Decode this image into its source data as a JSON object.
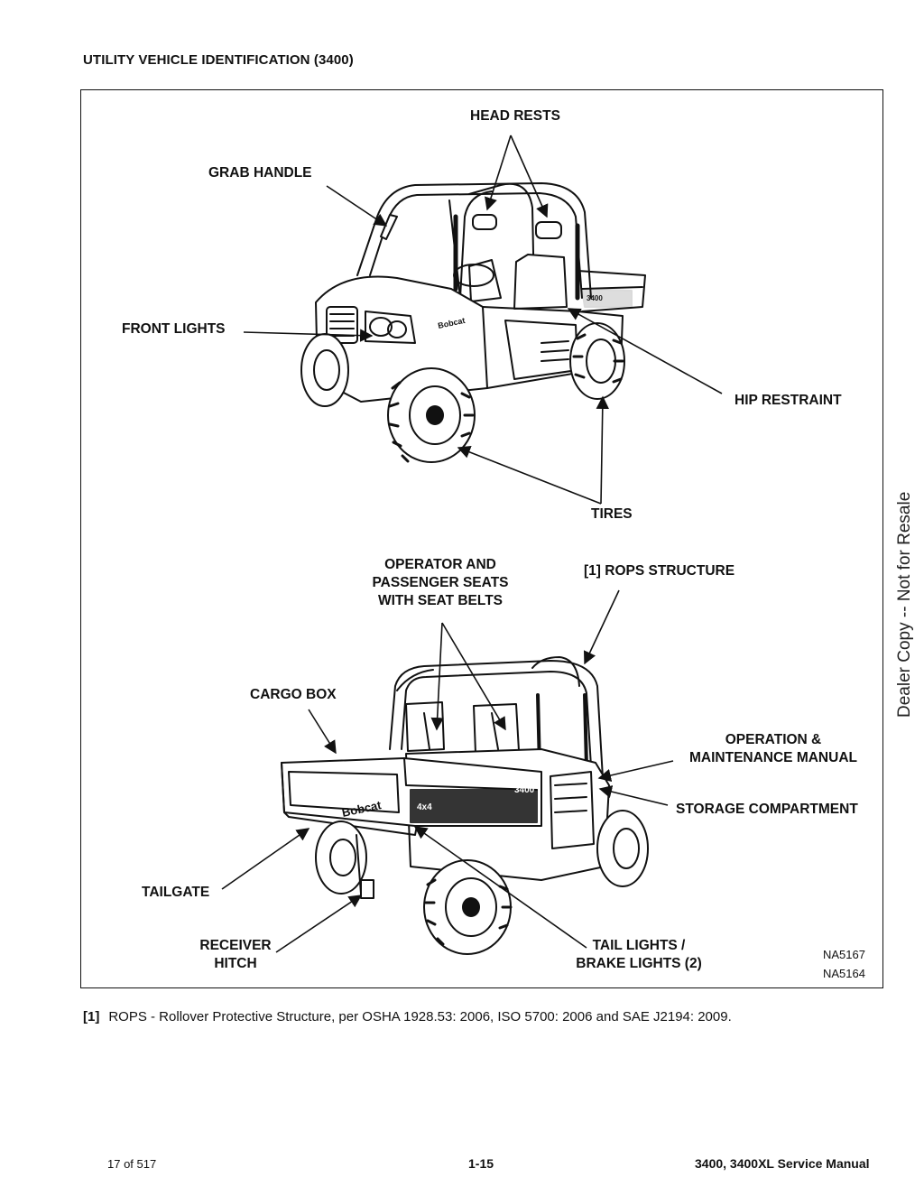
{
  "header": {
    "title": "UTILITY VEHICLE IDENTIFICATION (3400)"
  },
  "figure": {
    "callouts": {
      "head_rests": "HEAD RESTS",
      "grab_handle": "GRAB HANDLE",
      "front_lights": "FRONT LIGHTS",
      "hip_restraint": "HIP RESTRAINT",
      "tires": "TIRES",
      "seats": [
        "OPERATOR AND",
        "PASSENGER SEATS",
        "WITH SEAT BELTS"
      ],
      "rops": "[1] ROPS STRUCTURE",
      "cargo_box": "CARGO BOX",
      "manual": [
        "OPERATION &",
        "MAINTENANCE MANUAL"
      ],
      "storage": "STORAGE COMPARTMENT",
      "tailgate": "TAILGATE",
      "receiver_hitch": [
        "RECEIVER",
        "HITCH"
      ],
      "tail_lights": [
        "TAIL LIGHTS /",
        "BRAKE LIGHTS (2)"
      ]
    },
    "figure_codes": [
      "NA5167",
      "NA5164"
    ],
    "decals": {
      "brand": "Bobcat",
      "model": "3400",
      "drive": "4x4"
    }
  },
  "watermark": "Dealer Copy -- Not for Resale",
  "footnote": {
    "ref": "[1]",
    "text": "ROPS - Rollover Protective Structure, per OSHA 1928.53: 2006, ISO 5700: 2006 and SAE J2194: 2009."
  },
  "footer": {
    "page_count": "17 of 517",
    "page_number": "1-15",
    "manual_title": "3400, 3400XL Service Manual"
  }
}
